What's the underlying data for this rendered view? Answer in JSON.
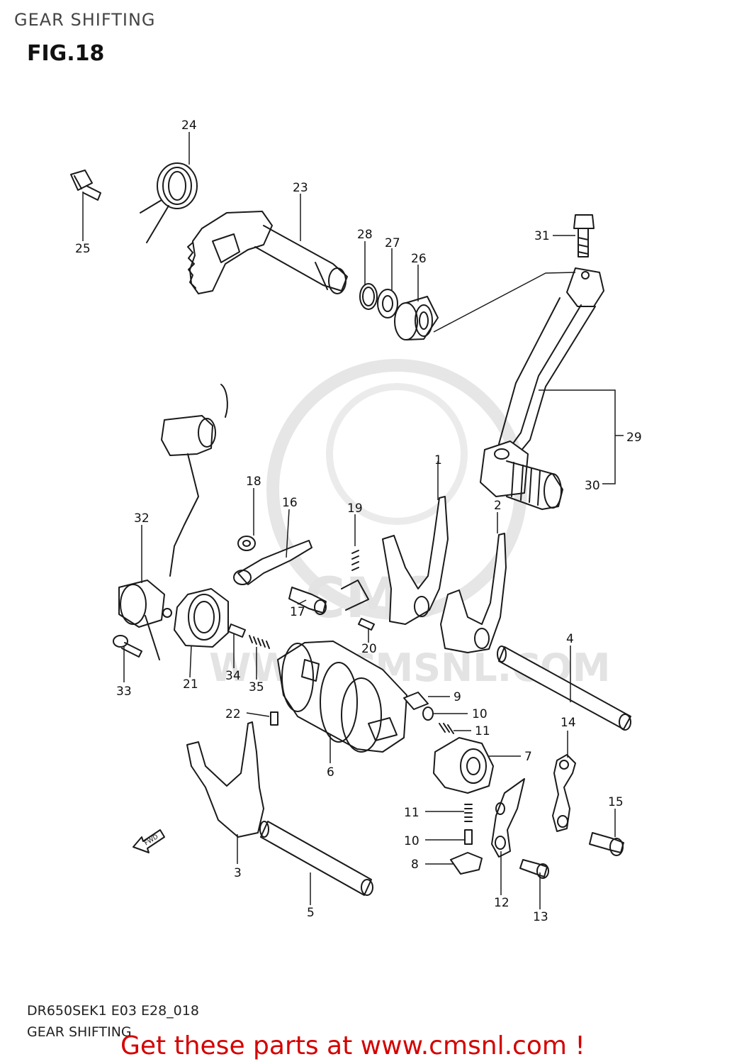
{
  "header": {
    "title": "GEAR SHIFTING",
    "figure": "FIG.18"
  },
  "footer": {
    "code": "DR650SEK1 E03 E28_018",
    "caption": "GEAR SHIFTING",
    "promo": "Get these parts at www.cmsnl.com !"
  },
  "watermark": {
    "text": "WWW.CMSNL.COM",
    "brand": "CMS"
  },
  "fwd_label": "FWD",
  "colors": {
    "line": "#1a1a1a",
    "promo": "#d40000",
    "watermark": "#e3e3e3"
  },
  "labels": {
    "p1": "1",
    "p2": "2",
    "p3": "3",
    "p4": "4",
    "p5": "5",
    "p6": "6",
    "p7": "7",
    "p8": "8",
    "p9": "9",
    "p10a": "10",
    "p10b": "10",
    "p11a": "11",
    "p11b": "11",
    "p12": "12",
    "p13": "13",
    "p14": "14",
    "p15": "15",
    "p16": "16",
    "p17": "17",
    "p18": "18",
    "p19": "19",
    "p20": "20",
    "p21": "21",
    "p22": "22",
    "p23": "23",
    "p24": "24",
    "p25": "25",
    "p26": "26",
    "p27": "27",
    "p28": "28",
    "p29": "29",
    "p30": "30",
    "p31": "31",
    "p32": "32",
    "p33": "33",
    "p34": "34",
    "p35": "35"
  }
}
